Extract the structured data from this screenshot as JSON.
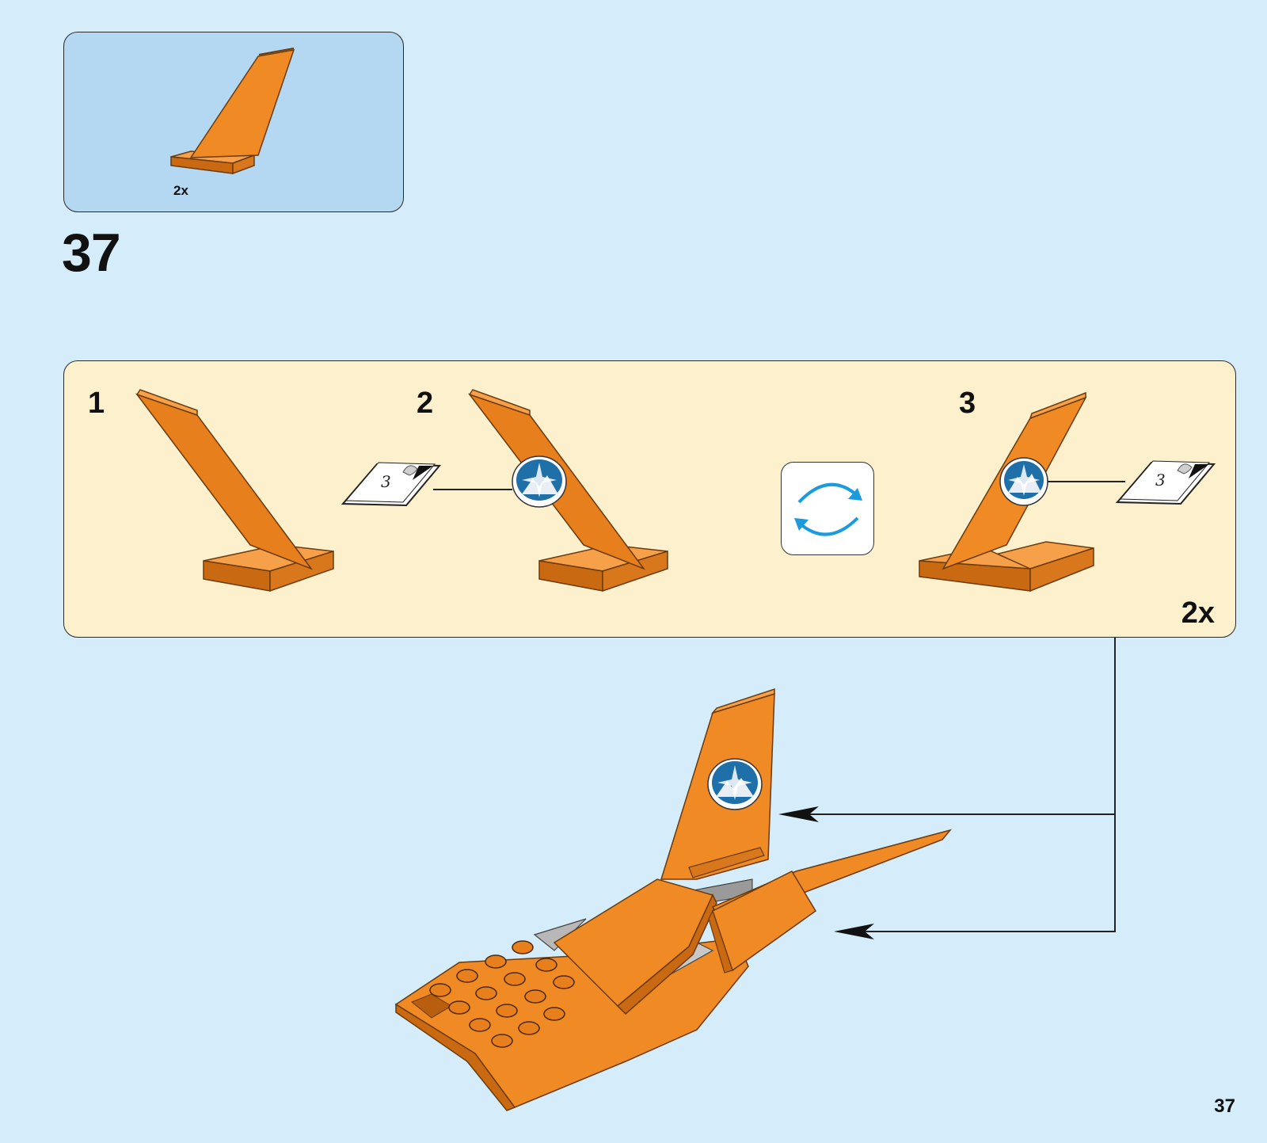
{
  "parts_box": {
    "count_label": "2x"
  },
  "step": {
    "number": "37"
  },
  "sub_steps": [
    {
      "label": "1"
    },
    {
      "label": "2"
    },
    {
      "label": "3"
    }
  ],
  "sticker": {
    "number": "3"
  },
  "sub_panel": {
    "multiplier": "2x"
  },
  "page": {
    "number": "37"
  },
  "colors": {
    "orange": "#f08a24",
    "orange_dark": "#c96a12",
    "sky": "#d5ecfa",
    "parts_bg": "#b4d8f2",
    "panel_bg": "#fdf0cd",
    "logo_blue": "#1f6fa8",
    "arrow_blue": "#1a9be0"
  }
}
